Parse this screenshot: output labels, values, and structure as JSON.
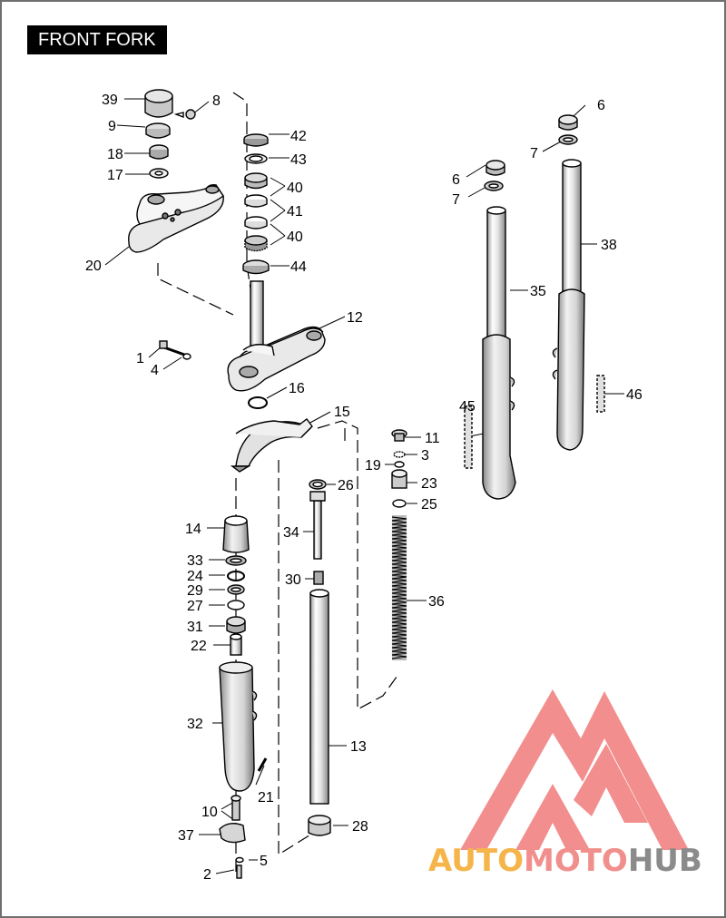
{
  "title": "FRONT FORK",
  "callouts": [
    "39",
    "8",
    "9",
    "18",
    "17",
    "20",
    "42",
    "43",
    "40",
    "41",
    "40",
    "44",
    "12",
    "1",
    "4",
    "16",
    "15",
    "14",
    "33",
    "24",
    "29",
    "27",
    "31",
    "22",
    "32",
    "21",
    "10",
    "37",
    "2",
    "5",
    "26",
    "34",
    "30",
    "13",
    "28",
    "11",
    "3",
    "19",
    "23",
    "25",
    "36",
    "6",
    "7",
    "35",
    "6",
    "7",
    "38",
    "45",
    "46"
  ],
  "watermark": {
    "part1": "AUTO",
    "part2": "MOTO",
    "part3": "HUB",
    "color1": "#f5b54a",
    "color2": "#f08f8c",
    "color3": "#8b8b8b",
    "logo_color": "#f07b7a"
  },
  "colors": {
    "line": "#000000",
    "part_fill": "#ffffff",
    "part_shade": "#c9c9c9"
  }
}
